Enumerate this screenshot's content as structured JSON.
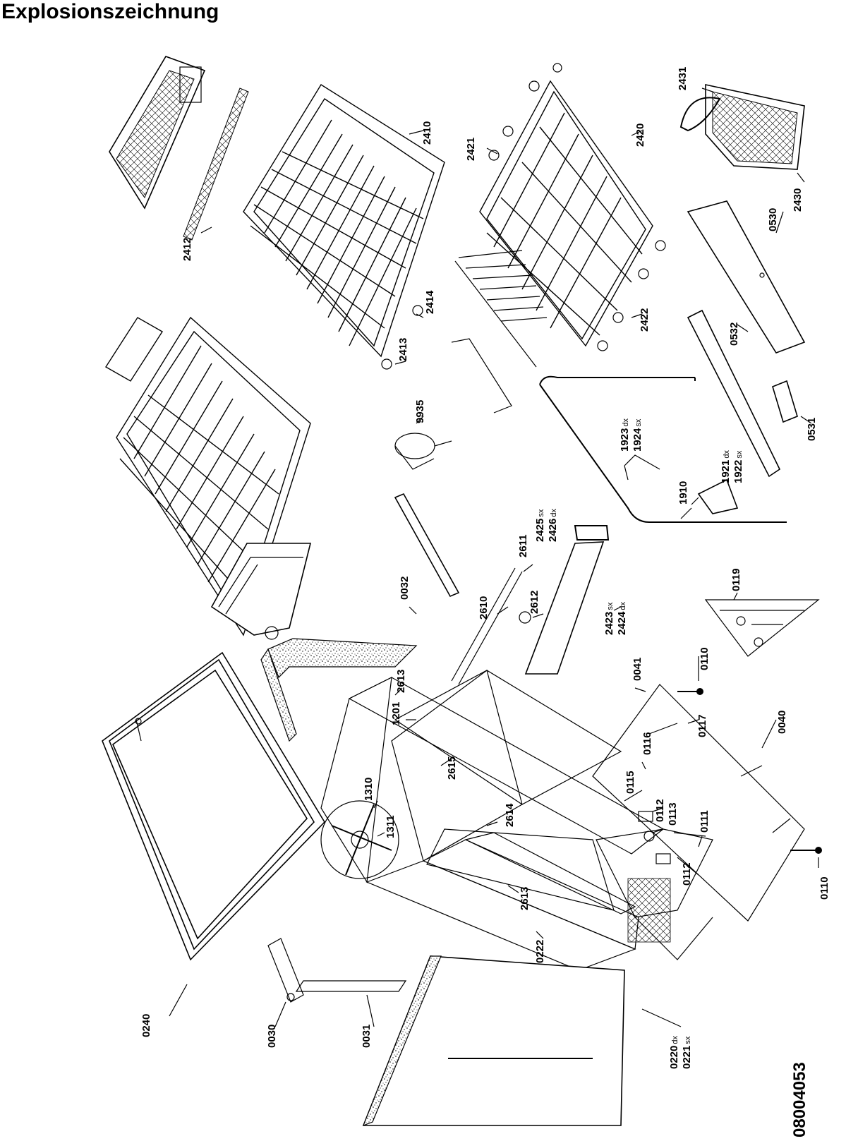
{
  "title": "Explosionszeichnung",
  "document_number": "08004053",
  "callouts": [
    {
      "id": "c-2412",
      "text": "2412"
    },
    {
      "id": "c-2410",
      "text": "2410"
    },
    {
      "id": "c-2414",
      "text": "2414"
    },
    {
      "id": "c-2413",
      "text": "2413"
    },
    {
      "id": "c-9935",
      "text": "9935"
    },
    {
      "id": "c-2421",
      "text": "2421"
    },
    {
      "id": "c-2420",
      "text": "2420"
    },
    {
      "id": "c-2422",
      "text": "2422"
    },
    {
      "id": "c-2431",
      "text": "2431"
    },
    {
      "id": "c-2430",
      "text": "2430"
    },
    {
      "id": "c-0530",
      "text": "0530"
    },
    {
      "id": "c-0532",
      "text": "0532"
    },
    {
      "id": "c-0531",
      "text": "0531"
    },
    {
      "id": "c-1923",
      "text": "1923",
      "suffix": "dx"
    },
    {
      "id": "c-1924",
      "text": "1924",
      "suffix": "sx"
    },
    {
      "id": "c-1921",
      "text": "1921",
      "suffix": "dx"
    },
    {
      "id": "c-1922",
      "text": "1922",
      "suffix": "sx"
    },
    {
      "id": "c-1910",
      "text": "1910"
    },
    {
      "id": "c-2425",
      "text": "2425",
      "suffix": "sx"
    },
    {
      "id": "c-2426",
      "text": "2426",
      "suffix": "dx"
    },
    {
      "id": "c-2611",
      "text": "2611"
    },
    {
      "id": "c-0032",
      "text": "0032"
    },
    {
      "id": "c-2610",
      "text": "2610"
    },
    {
      "id": "c-2612",
      "text": "2612"
    },
    {
      "id": "c-2423",
      "text": "2423",
      "suffix": "sx"
    },
    {
      "id": "c-2424",
      "text": "2424",
      "suffix": "dx"
    },
    {
      "id": "c-0119",
      "text": "0119"
    },
    {
      "id": "c-0110a",
      "text": "0110"
    },
    {
      "id": "c-0041",
      "text": "0041"
    },
    {
      "id": "c-0117",
      "text": "0117"
    },
    {
      "id": "c-0116",
      "text": "0116"
    },
    {
      "id": "c-0040",
      "text": "0040"
    },
    {
      "id": "c-0115",
      "text": "0115"
    },
    {
      "id": "c-0112a",
      "text": "0112"
    },
    {
      "id": "c-0113",
      "text": "0113"
    },
    {
      "id": "c-0111",
      "text": "0111"
    },
    {
      "id": "c-0112b",
      "text": "0112"
    },
    {
      "id": "c-0110b",
      "text": "0110"
    },
    {
      "id": "c-2613a",
      "text": "2613"
    },
    {
      "id": "c-1201",
      "text": "1201"
    },
    {
      "id": "c-2615",
      "text": "2615"
    },
    {
      "id": "c-2614",
      "text": "2614"
    },
    {
      "id": "c-1310",
      "text": "1310"
    },
    {
      "id": "c-1311",
      "text": "1311"
    },
    {
      "id": "c-2613b",
      "text": "2613"
    },
    {
      "id": "c-0222",
      "text": "0222"
    },
    {
      "id": "c-0240",
      "text": "0240"
    },
    {
      "id": "c-0030",
      "text": "0030"
    },
    {
      "id": "c-0031",
      "text": "0031"
    },
    {
      "id": "c-0220",
      "text": "0220",
      "suffix": "dx"
    },
    {
      "id": "c-0221",
      "text": "0221",
      "suffix": "sx"
    }
  ]
}
